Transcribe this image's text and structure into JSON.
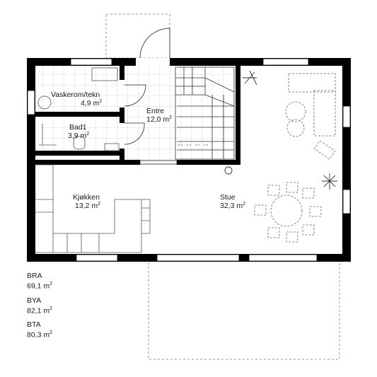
{
  "rooms": [
    {
      "name": "Vaskerom/tekn",
      "area": "4,9",
      "unit": "m"
    },
    {
      "name": "Entre",
      "area": "12,0",
      "unit": "m"
    },
    {
      "name": "Bad1",
      "area": "3,9",
      "unit": "m"
    },
    {
      "name": "Kjøkken",
      "area": "13,2",
      "unit": "m"
    },
    {
      "name": "Stue",
      "area": "32,3",
      "unit": "m"
    }
  ],
  "area_summary": [
    {
      "label": "BRA",
      "value": "69,1 m"
    },
    {
      "label": "BYA",
      "value": "82,1 m"
    },
    {
      "label": "BTA",
      "value": "80,3 m"
    }
  ],
  "colors": {
    "wall": "#000000",
    "tile_grid": "#d2d2d2",
    "furniture": "#555555",
    "dashed": "#777777"
  }
}
